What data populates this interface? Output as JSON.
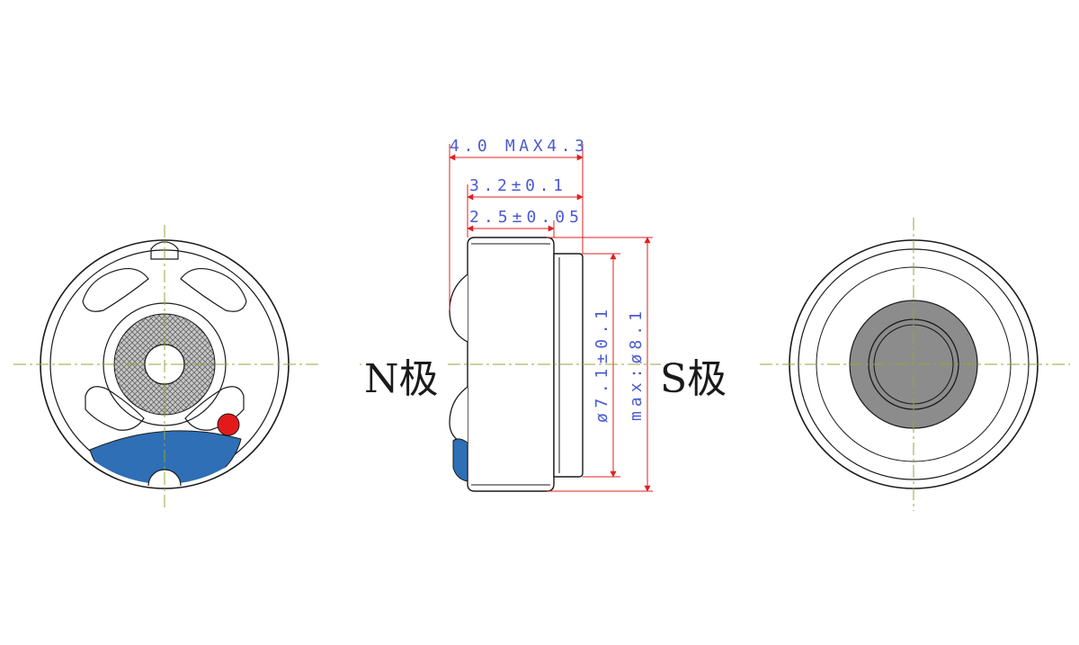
{
  "labels": {
    "north_pole": "N极",
    "south_pole": "S极"
  },
  "dimensions": {
    "overall_length": "4.0 MAX4.3",
    "body_length": "3.2±0.1",
    "inner_length": "2.5±0.05",
    "inner_diameter": "ø7.1±0.1",
    "outer_diameter": "max:ø8.1"
  },
  "colors": {
    "outline": "#1a1a1a",
    "dimension_line": "#e02020",
    "dimension_text": "#4a5ad0",
    "centerline": "#9aa33a",
    "terminal_blue": "#2e6fb5",
    "dot_red": "#e41a1a",
    "magnet_gray": "#8c8c8c"
  }
}
